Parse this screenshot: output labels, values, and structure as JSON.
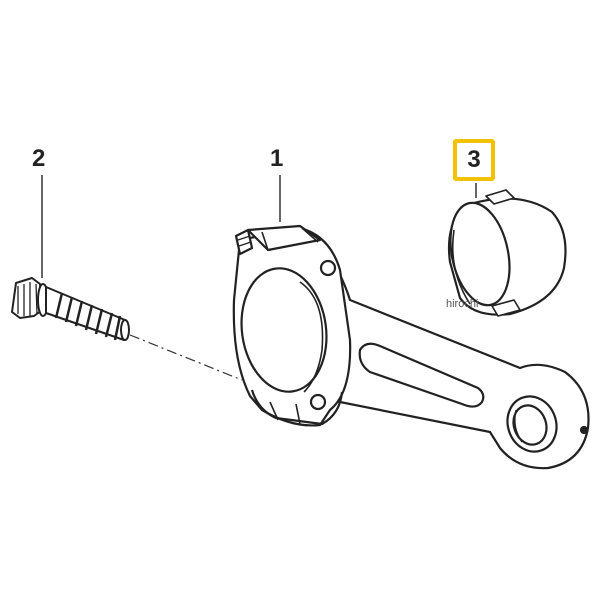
{
  "callouts": {
    "part_1": "1",
    "part_2": "2",
    "part_3": "3"
  },
  "watermark": "hirochi",
  "colors": {
    "line": "#222222",
    "highlight": "#f2c200",
    "fill": "#ffffff",
    "shade": "#cfcfcf"
  }
}
